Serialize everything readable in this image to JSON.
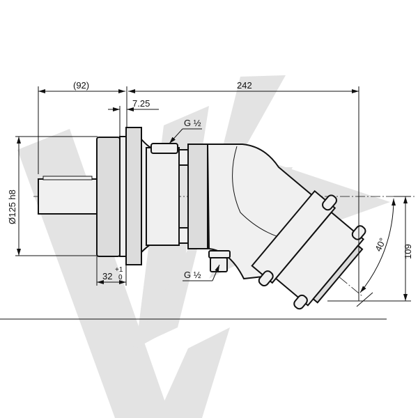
{
  "drawing": {
    "dimensions": {
      "shaft_length": "(92)",
      "overall_length": "242",
      "flange_offset": "7.25",
      "port_top": "G ½",
      "port_bottom": "G ½",
      "pilot_diameter": "Ø125 h8",
      "pilot_depth": "32",
      "pilot_depth_tol_upper": "+1",
      "pilot_depth_tol_lower": "0",
      "bent_angle": "40°",
      "offset_height": "109"
    },
    "colors": {
      "line": "#111111",
      "part_fill": "#f0f0f0",
      "watermark": "#e3e3e3"
    }
  }
}
